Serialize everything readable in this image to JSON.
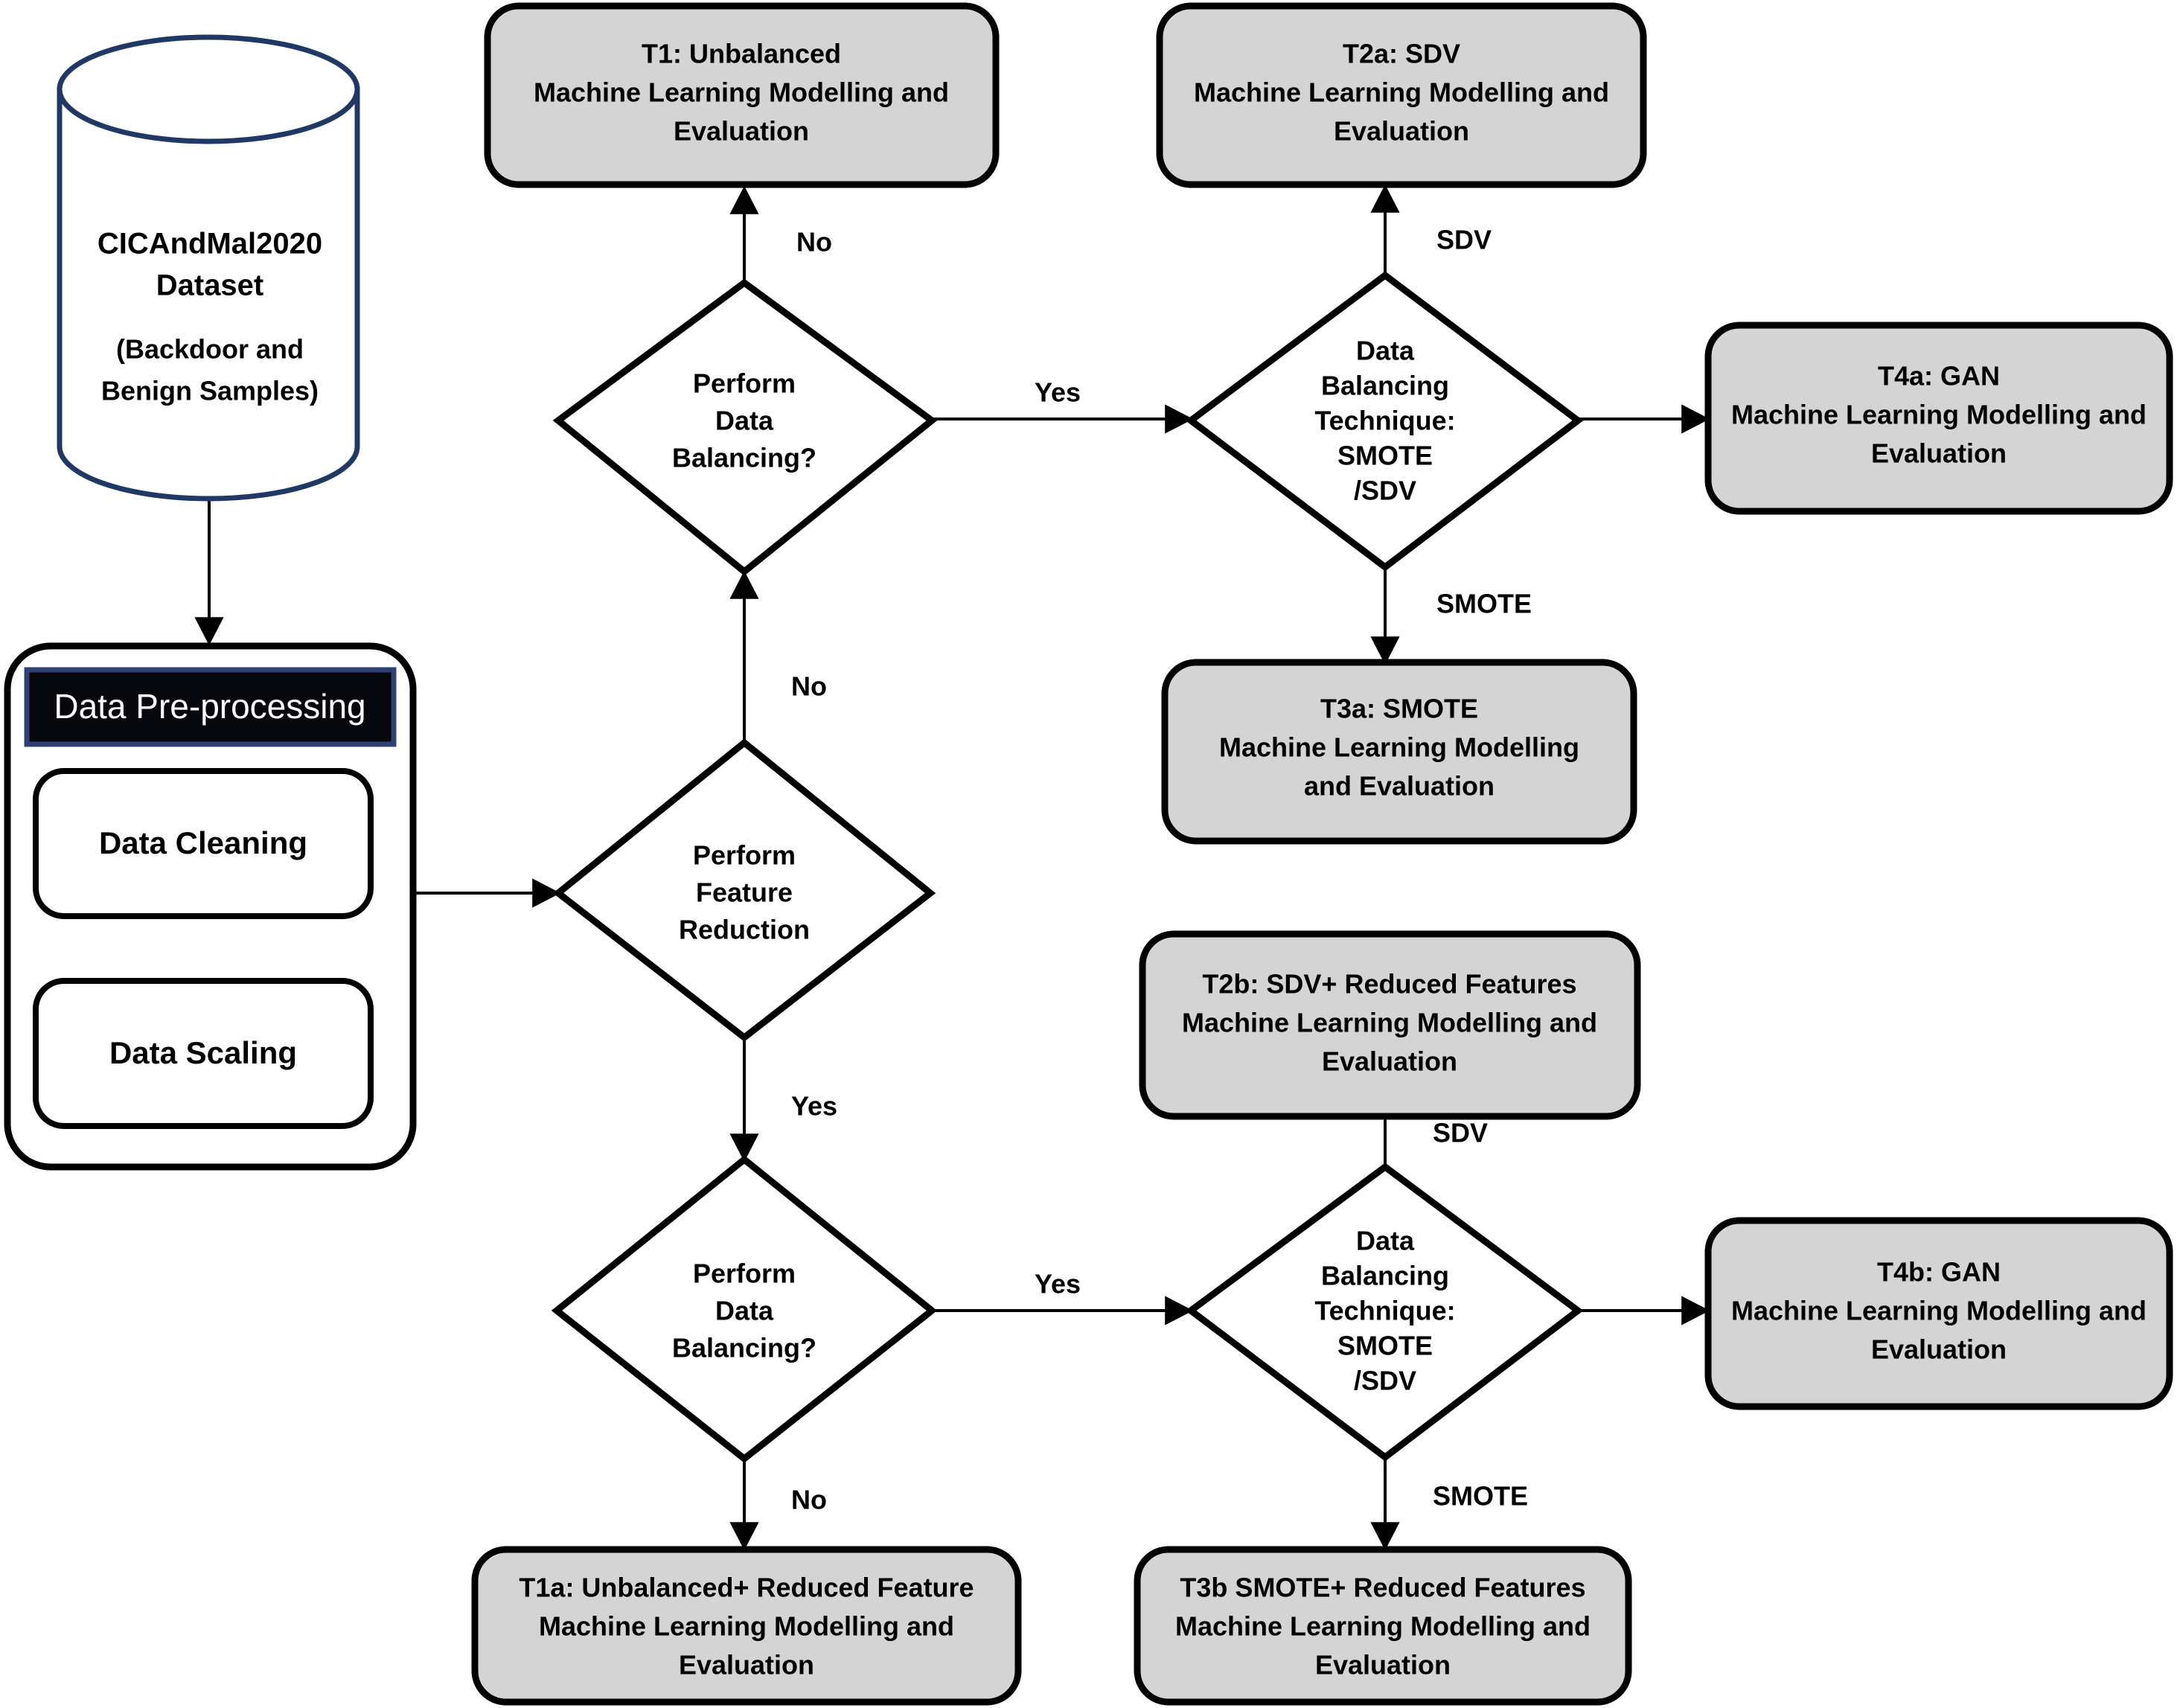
{
  "diagram": {
    "title": "Machine Learning Experiment Workflow Flowchart",
    "colors": {
      "process_fill": "#d4d4d4",
      "process_stroke": "#000000",
      "decision_fill": "#ffffff",
      "cylinder_stroke": "#1f3864",
      "title_bar_fill": "#07080e",
      "title_bar_stroke": "#2e4172",
      "title_bar_text": "#ffffff",
      "connector": "#000000"
    }
  },
  "datasource": {
    "name": "dataset-cylinder",
    "line1": "CICAndMal2020",
    "line2": "Dataset",
    "line3": "(Backdoor and",
    "line4": "Benign Samples)"
  },
  "preprocessing": {
    "title": "Data Pre-processing",
    "steps": [
      {
        "label": "Data Cleaning"
      },
      {
        "label": "Data Scaling"
      }
    ]
  },
  "decisions": {
    "balancing_top": {
      "lines": [
        "Perform",
        "Data",
        "Balancing?"
      ]
    },
    "feature_reduction": {
      "lines": [
        "Perform",
        "Feature",
        "Reduction"
      ]
    },
    "balancing_bottom": {
      "lines": [
        "Perform",
        "Data",
        "Balancing?"
      ]
    },
    "technique_top": {
      "lines": [
        "Data",
        "Balancing",
        "Technique:",
        "SMOTE",
        "/SDV"
      ]
    },
    "technique_bottom": {
      "lines": [
        "Data",
        "Balancing",
        "Technique:",
        "SMOTE",
        "/SDV"
      ]
    }
  },
  "processes": {
    "t1": {
      "lines": [
        "T1: Unbalanced",
        "Machine Learning Modelling and",
        "Evaluation"
      ]
    },
    "t2a": {
      "lines": [
        "T2a: SDV",
        "Machine Learning Modelling and",
        "Evaluation"
      ]
    },
    "t4a": {
      "lines": [
        "T4a: GAN",
        "Machine Learning Modelling and",
        "Evaluation"
      ]
    },
    "t3a": {
      "lines": [
        "T3a: SMOTE",
        "Machine Learning Modelling",
        "and Evaluation"
      ]
    },
    "t2b": {
      "lines": [
        "T2b: SDV+ Reduced Features",
        "Machine Learning Modelling and",
        "Evaluation"
      ]
    },
    "t4b": {
      "lines": [
        "T4b: GAN",
        "Machine Learning Modelling and",
        "Evaluation"
      ]
    },
    "t1a": {
      "lines": [
        "T1a: Unbalanced+ Reduced Feature",
        "Machine Learning Modelling and",
        "Evaluation"
      ]
    },
    "t3b": {
      "lines": [
        "T3b SMOTE+ Reduced Features",
        "Machine Learning Modelling and",
        "Evaluation"
      ]
    }
  },
  "edge_labels": {
    "balancing_top_no": "No",
    "balancing_top_yes": "Yes",
    "technique_top_sdv": "SDV",
    "technique_top_smote": "SMOTE",
    "feature_reduction_no": "No",
    "feature_reduction_yes": "Yes",
    "balancing_bottom_yes": "Yes",
    "balancing_bottom_no": "No",
    "technique_bottom_sdv": "SDV",
    "technique_bottom_smote": "SMOTE"
  }
}
